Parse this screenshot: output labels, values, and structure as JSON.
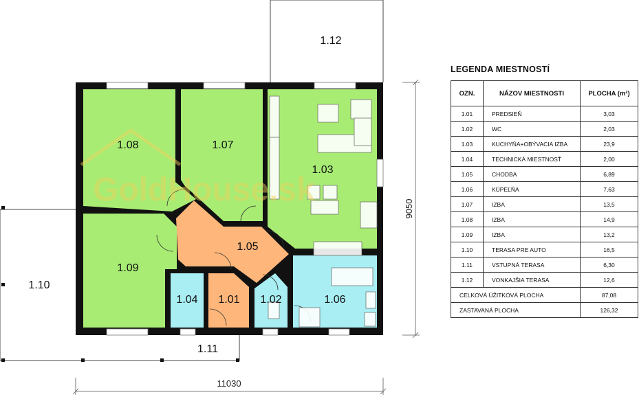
{
  "plan": {
    "watermark": "GoldHouse.sk",
    "rooms": [
      {
        "code": "1.01",
        "color": "#ffb67a"
      },
      {
        "code": "1.02",
        "color": "#a8eef2"
      },
      {
        "code": "1.03",
        "color": "#a8ec74"
      },
      {
        "code": "1.04",
        "color": "#a8eef2"
      },
      {
        "code": "1.05",
        "color": "#ffb67a"
      },
      {
        "code": "1.06",
        "color": "#a8eef2"
      },
      {
        "code": "1.07",
        "color": "#a8ec74"
      },
      {
        "code": "1.08",
        "color": "#a8ec74"
      },
      {
        "code": "1.09",
        "color": "#a8ec74"
      },
      {
        "code": "1.10"
      },
      {
        "code": "1.11"
      },
      {
        "code": "1.12"
      }
    ],
    "dimensions": {
      "width": "11030",
      "height": "9050"
    }
  },
  "legend": {
    "title": "LEGENDA MIESTNOSTÍ",
    "headers": {
      "code": "OZN.",
      "name": "NÁZOV MIESTNOSTI",
      "area": "PLOCHA (m²)"
    },
    "rows": [
      {
        "code": "1.01",
        "name": "PREDSIEŇ",
        "area": "3,03"
      },
      {
        "code": "1.02",
        "name": "WC",
        "area": "2,03"
      },
      {
        "code": "1.03",
        "name": "KUCHYŇA+OBÝVACIA IZBA",
        "area": "23,9"
      },
      {
        "code": "1.04",
        "name": "TECHNICKÁ MIESTNOSŤ",
        "area": "2,00"
      },
      {
        "code": "1.05",
        "name": "CHODBA",
        "area": "6,89"
      },
      {
        "code": "1.06",
        "name": "KÚPEĽŇA",
        "area": "7,63"
      },
      {
        "code": "1.07",
        "name": "IZBA",
        "area": "13,5"
      },
      {
        "code": "1.08",
        "name": "IZBA",
        "area": "14,9"
      },
      {
        "code": "1.09",
        "name": "IZBA",
        "area": "13,2"
      },
      {
        "code": "1.10",
        "name": "TERASA PRE AUTO",
        "area": "16,5"
      },
      {
        "code": "1.11",
        "name": "VSTUPNÁ TERASA",
        "area": "6,30"
      },
      {
        "code": "1.12",
        "name": "VONKAJŠIA TERASA",
        "area": "12,6"
      }
    ],
    "totals": [
      {
        "label": "CELKOVÁ ÚŽITKOVÁ PLOCHA",
        "value": "87,08"
      },
      {
        "label": "ZASTAVANÁ PLOCHA",
        "value": "126,32"
      }
    ]
  }
}
